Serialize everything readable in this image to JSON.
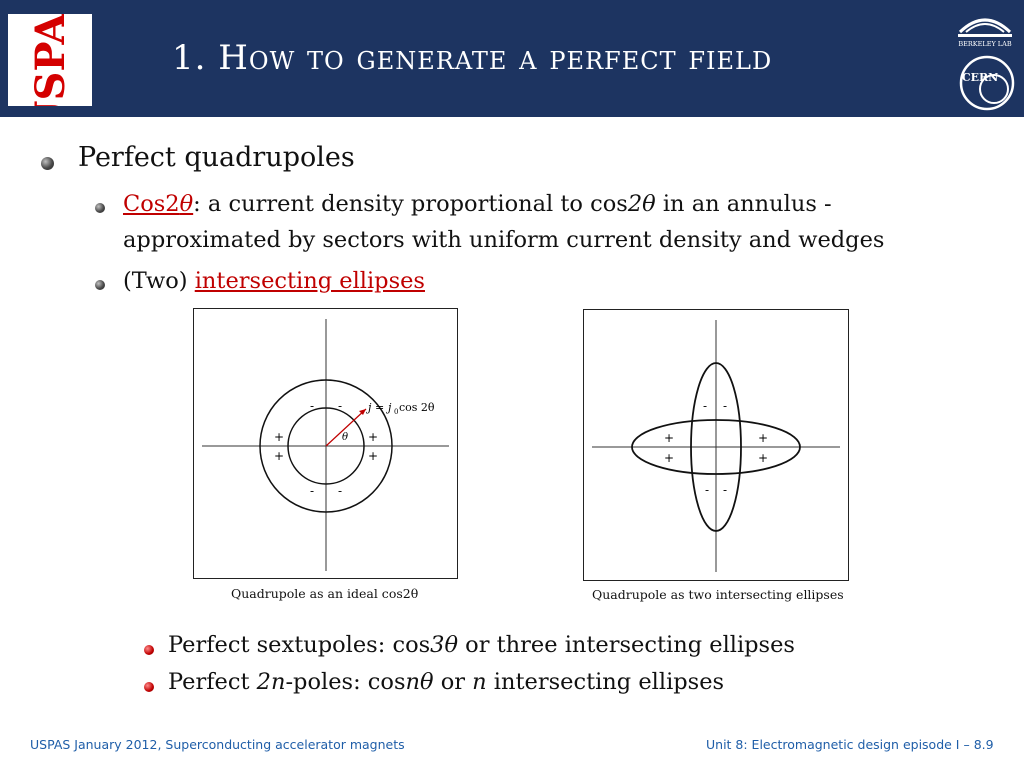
{
  "header": {
    "title": "1. How to generate a perfect field",
    "logo_left_text": "USPAS",
    "logo_right_top_text": "BERKELEY LAB",
    "logo_right_bottom_text": "CERN"
  },
  "bullets": {
    "level1": "Perfect quadrupoles",
    "item1_link_pre": "Cos2",
    "item1_link_theta": "θ",
    "item1_text_a": ": a current density proportional to cos",
    "item1_text_b": "2θ",
    "item1_text_c": " in an annulus - approximated by sectors with uniform current density and wedges",
    "item2_pre": "(Two) ",
    "item2_link": "intersecting ellipses"
  },
  "figures": {
    "left_caption": "Quadrupole as an ideal cos2θ",
    "left_formula_j": "j",
    "left_formula_eq": " = ",
    "left_formula_j0": "j",
    "left_formula_sub": "0",
    "left_formula_cos": " cos 2θ",
    "left_theta": "θ",
    "right_caption": "Quadrupole as two intersecting ellipses",
    "plus": "+",
    "minus": "-"
  },
  "more": {
    "sextupole_a": "Perfect sextupoles: cos",
    "sextupole_b": "3θ",
    "sextupole_c": " or three intersecting ellipses",
    "npole_a": "Perfect ",
    "npole_b": "2n",
    "npole_c": "-poles: cos",
    "npole_d": "nθ",
    "npole_e": " or ",
    "npole_f": "n",
    "npole_g": " intersecting ellipses"
  },
  "footer": {
    "left": "USPAS January 2012,  Superconducting accelerator magnets",
    "right": "Unit 8: Electromagnetic design episode I – 8.9"
  },
  "colors": {
    "header_bg": "#1d3461",
    "link_red": "#c00000",
    "footer_blue": "#1f5ea8"
  }
}
